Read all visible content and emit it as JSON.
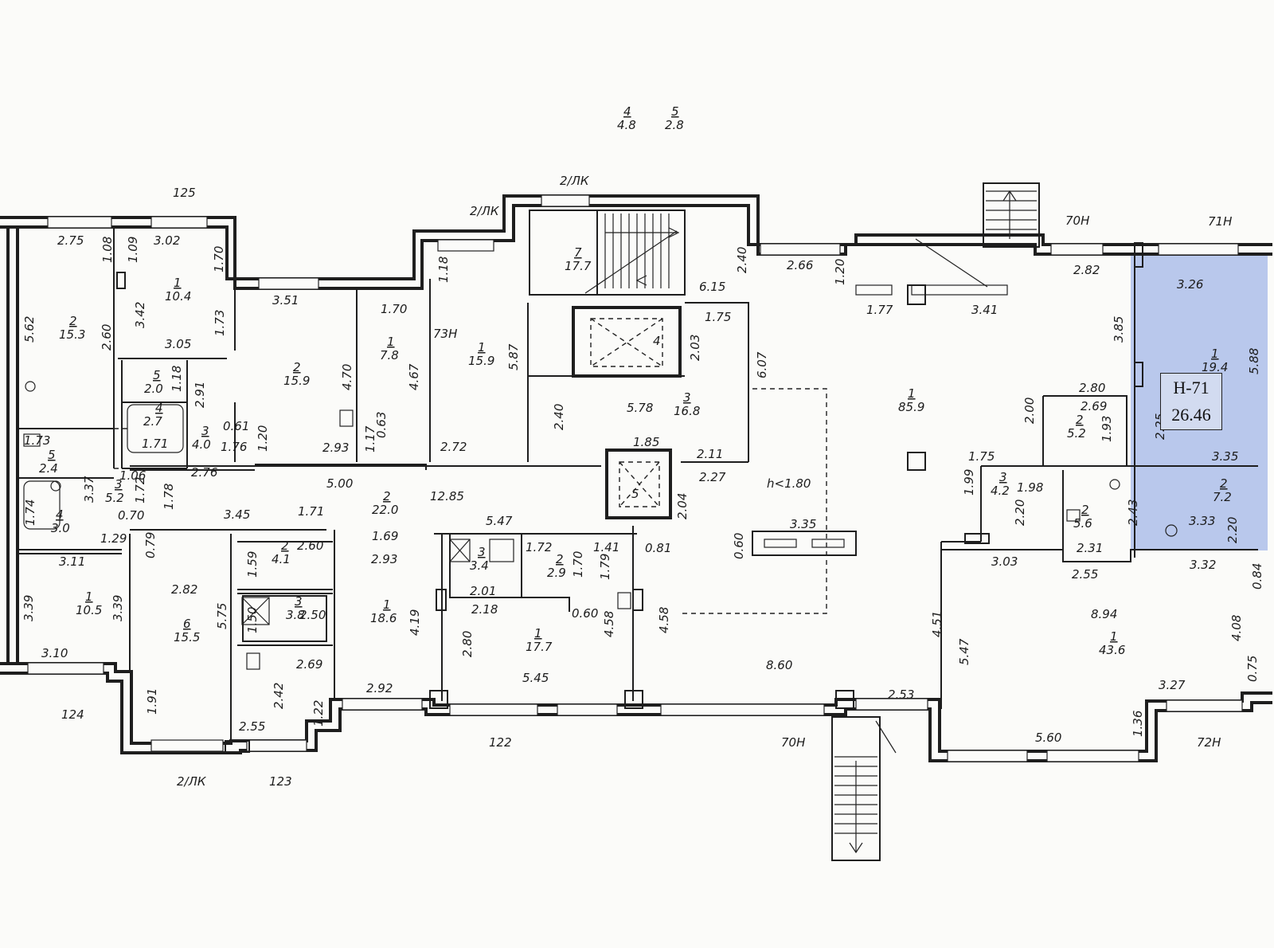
{
  "highlight_color": "#b9c8ec",
  "badge": {
    "code": "Н-71",
    "area": "26.46"
  },
  "top_labels": {
    "l4": "4",
    "a4": "4.8",
    "l5": "5",
    "a5": "2.8"
  },
  "unit_labels": [
    "125",
    "2/ЛК",
    "2/ЛК",
    "70Н",
    "71Н",
    "73Н",
    "124",
    "2/ЛК",
    "123",
    "122",
    "70Н",
    "72Н"
  ],
  "rooms": [
    {
      "no": "2",
      "area": "15.3"
    },
    {
      "no": "1",
      "area": "10.4"
    },
    {
      "no": "5",
      "area": "2.0"
    },
    {
      "no": "4",
      "area": "2.7"
    },
    {
      "no": "3",
      "area": "4.0"
    },
    {
      "no": "2",
      "area": "15.9"
    },
    {
      "no": "1",
      "area": "7.8"
    },
    {
      "no": "1",
      "area": "15.9"
    },
    {
      "no": "7",
      "area": "17.7"
    },
    {
      "no": "4",
      "area": ""
    },
    {
      "no": "3",
      "area": "16.8"
    },
    {
      "no": "5",
      "area": ""
    },
    {
      "no": "1",
      "area": "85.9"
    },
    {
      "no": "1",
      "area": "19.4"
    },
    {
      "no": "2",
      "area": "5.2"
    },
    {
      "no": "3",
      "area": "4.2"
    },
    {
      "no": "2",
      "area": "5.6"
    },
    {
      "no": "2",
      "area": "7.2"
    },
    {
      "no": "5",
      "area": "2.4"
    },
    {
      "no": "3",
      "area": "5.2"
    },
    {
      "no": "4",
      "area": "3.0"
    },
    {
      "no": "2",
      "area": "22.0"
    },
    {
      "no": "1",
      "area": "10.5"
    },
    {
      "no": "6",
      "area": "15.5"
    },
    {
      "no": "2",
      "area": "4.1"
    },
    {
      "no": "3",
      "area": "3.8"
    },
    {
      "no": "1",
      "area": "18.6"
    },
    {
      "no": "3",
      "area": "3.4"
    },
    {
      "no": "2",
      "area": "2.9"
    },
    {
      "no": "1",
      "area": "17.7"
    },
    {
      "no": "1",
      "area": "43.6"
    }
  ],
  "dims": [
    "2.75",
    "1.08",
    "1.09",
    "3.02",
    "1.70",
    "5.62",
    "3.42",
    "2.60",
    "1.73",
    "3.05",
    "1.18",
    "2.91",
    "3.51",
    "4.70",
    "1.70",
    "1.18",
    "5.87",
    "4.67",
    "0.63",
    "1.17",
    "0.61",
    "1.76",
    "1.20",
    "2.93",
    "2.72",
    "1.71",
    "2.40",
    "2.40",
    "6.15",
    "1.75",
    "2.03",
    "5.78",
    "6.07",
    "2.66",
    "1.20",
    "1.77",
    "3.41",
    "2.82",
    "3.26",
    "3.85",
    "5.88",
    "2.80",
    "2.69",
    "2.00",
    "1.93",
    "2.25",
    "1.73",
    "2.76",
    "5.00",
    "12.85",
    "1.85",
    "2.11",
    "2.27",
    "3.37",
    "1.06",
    "1.72",
    "0.70",
    "1.78",
    "3.45",
    "1.71",
    "5.47",
    "2.04",
    "h<1.80",
    "1.75",
    "1.99",
    "1.98",
    "2.20",
    "2.43",
    "3.35",
    "1.74",
    "1.29",
    "3.11",
    "0.79",
    "2.60",
    "1.69",
    "1.72",
    "1.41",
    "1.59",
    "2.82",
    "2.93",
    "1.70",
    "1.79",
    "0.81",
    "0.60",
    "3.35",
    "2.31",
    "3.33",
    "2.20",
    "3.39",
    "3.39",
    "5.75",
    "2.01",
    "2.18",
    "0.60",
    "4.19",
    "1.50",
    "2.50",
    "4.58",
    "4.58",
    "4.51",
    "3.03",
    "2.55",
    "3.32",
    "0.84",
    "8.94",
    "4.08",
    "3.10",
    "2.69",
    "2.80",
    "5.47",
    "5.45",
    "8.60",
    "0.75",
    "1.91",
    "2.42",
    "2.92",
    "2.53",
    "3.27",
    "1.22",
    "1.36",
    "2.55",
    "5.60"
  ]
}
